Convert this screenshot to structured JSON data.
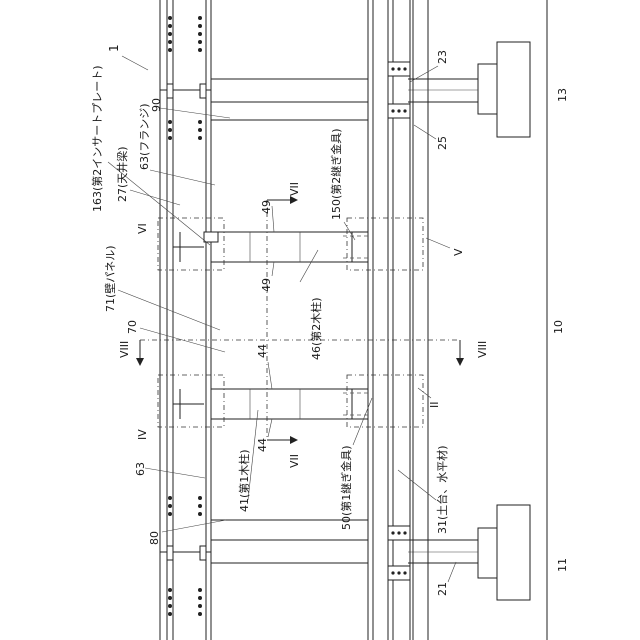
{
  "labels": {
    "assembly": "1",
    "insert_plate": "163(第2インサートプレート)",
    "ceiling_beam": "27(天井梁)",
    "flange": "63(フランジ)",
    "part_90": "90",
    "wall_panel": "71(壁パネル)",
    "part_70": "70",
    "view_vi": "VI",
    "view_viii_left": "VIII",
    "view_iv": "IV",
    "part_63_lower": "63",
    "part_80": "80",
    "part_49_top": "49",
    "part_49_bottom": "49",
    "view_vii_top": "VII",
    "second_joint": "150(第2継ぎ金具)",
    "second_post": "46(第2木柱)",
    "part_44_top": "44",
    "part_44_bottom": "44",
    "view_vii_bottom": "VII",
    "first_post": "41(第1木柱)",
    "first_joint": "50(第1継ぎ金具)",
    "part_23": "23",
    "part_25": "25",
    "view_v": "V",
    "view_viii_right": "VIII",
    "view_ii": "II",
    "base_beam": "31(土台、水平材)",
    "part_21": "21",
    "part_13": "13",
    "part_10": "10",
    "part_11": "11"
  }
}
